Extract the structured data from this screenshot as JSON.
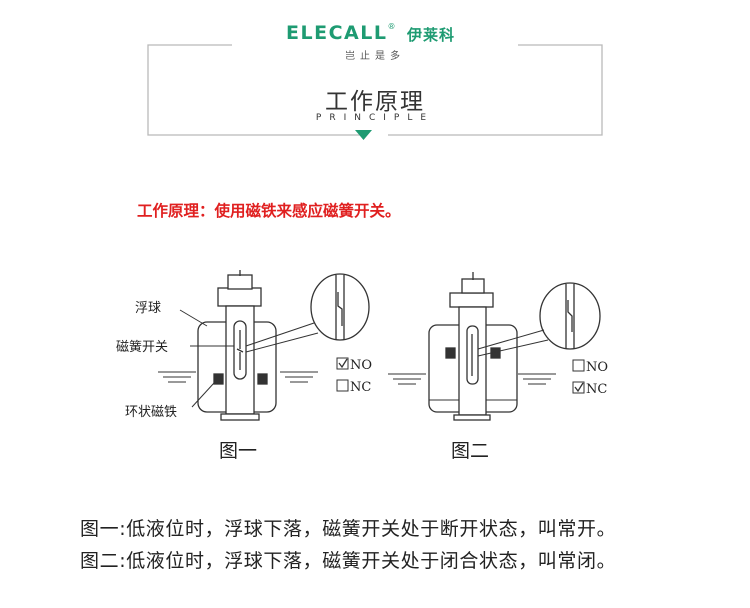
{
  "brand": {
    "logo_text": "ELECALL",
    "logo_mark": "®",
    "logo_cn": "伊莱科",
    "slogan": "岂止是多",
    "accent_color": "#1e9b72"
  },
  "header": {
    "title_cn": "工作原理",
    "title_en": "PRINCIPLE"
  },
  "principle_text": "工作原理：使用磁铁来感应磁簧开关。",
  "principle_color": "#e02020",
  "figure1": {
    "labels": {
      "float": "浮球",
      "reed": "磁簧开关",
      "magnet": "环状磁铁"
    },
    "caption": "图一",
    "options": [
      {
        "label": "NO",
        "checked": true
      },
      {
        "label": "NC",
        "checked": false
      }
    ]
  },
  "figure2": {
    "caption": "图二",
    "options": [
      {
        "label": "NO",
        "checked": false
      },
      {
        "label": "NC",
        "checked": true
      }
    ]
  },
  "descriptions": [
    "图一:低液位时，浮球下落，磁簧开关处于断开状态，叫常开。",
    "图二:低液位时，浮球下落，磁簧开关处于闭合状态，叫常闭。"
  ]
}
